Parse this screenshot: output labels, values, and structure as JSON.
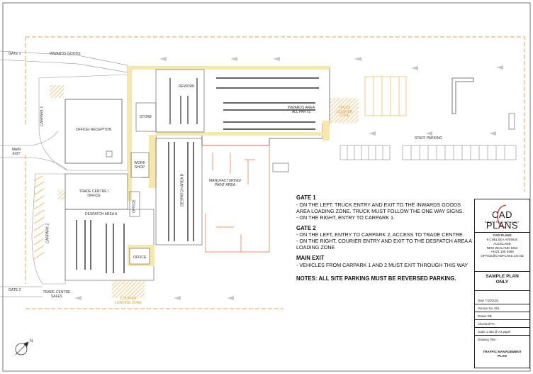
{
  "labels": {
    "gate1": "GATE 1",
    "inwards_goods": "INWARDS GOODS",
    "carpark1": "CARPARK 1",
    "office_reception": "OFFICE/ RECEPTION",
    "main_exit": "MAIN EXIT",
    "store": "STORE",
    "rework": "REWORK",
    "inwards_area": "INWARDS AREA ALL PARTS",
    "truck_courier_zone": "TRUCK COURIER ZONE",
    "staff_parking": "STAFF PARKING",
    "work_shop": "WORK SHOP",
    "despatch_area_b": "DESPATCH AREA B",
    "manufacturing": "MANUFACTURING/ PAINT AREA",
    "trade_centre_office": "TRADE CENTRE / OFFICE",
    "office_small": "OFFICE",
    "despatch_area_a": "DESPATCH AREA A",
    "carpark2": "CARPARK 2",
    "office2": "OFFICE",
    "gate2": "GATE 2",
    "trade_centre_sales": "TRADE CENTRE SALES",
    "courier_loading_zone": "COURIER LOADING ZONE",
    "north": "N"
  },
  "notes": {
    "gate1_heading": "GATE 1",
    "gate1_line1": "- ON THE LEFT, TRUCK ENTRY AND EXIT  TO THE INWARDS GOODS AREA LOADING ZONE. TRUCK MUST FOLLOW THE ONE WAY SIGNS.",
    "gate1_line2": "- ON THE RIGHT, ENTRY TO CARPARK 1.",
    "gate2_heading": "GATE 2",
    "gate2_line1": "- ON THE LEFT, ENTRY TO CARPARK 2, ACCESS TO TRADE CENTRE.",
    "gate2_line2": "- ON THE RIGHT, COURIER ENTRY AND EXIT TO THE DESPATCH AREA A LOADING ZONE",
    "main_exit_heading": "MAIN EXIT",
    "main_exit_line1": "- VEHICLES FROM CARPARK 1 AND 2 MUST EXIT THROUGH THIS WAY",
    "final": "NOTES: ALL SITE PARKING MUST BE REVERSED PARKING."
  },
  "title_block": {
    "logo_text": "CAD PLANS",
    "tagline": "BACKED BY TECHNICALITY",
    "firm": "CAD PLANS",
    "addr1": "6 CHELSEA AVENUE",
    "addr2": "AUCKLAND",
    "addr3": "NEW ZEALAND 1062",
    "phone": "+6421 106 0488",
    "email": "OFFICE@CADPLANS.CO.NZ",
    "sample1": "SAMPLE PLAN",
    "sample2": "ONLY",
    "date": "Date  7/10/2022",
    "version": "Version No.  001",
    "drawn": "Drawn  DB",
    "checked": "Checked  PC",
    "scale": "Scale  1:450 @ A3 paper",
    "drawing_title_label": "Drawing Title:",
    "title1": "TRAFFIC MANAGEMENT",
    "title2": "PLAN"
  },
  "colors": {
    "boundary": "#f2a35a",
    "building": "#555555",
    "highlight": "#f7e7a8",
    "hatch": "#f0b35a",
    "orange_wall": "#e8704a",
    "arrow": "#bbbbbb"
  }
}
